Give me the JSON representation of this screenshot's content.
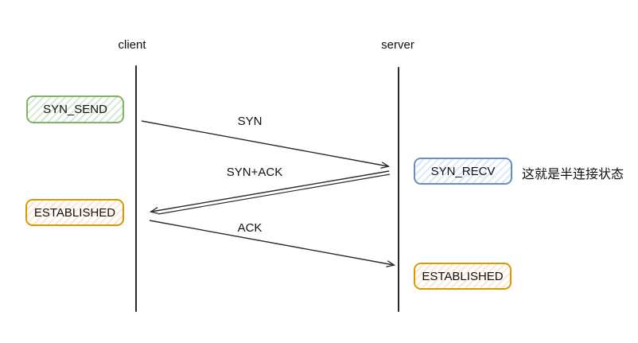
{
  "diagram": {
    "type": "sequence-diagram",
    "subject": "TCP three-way handshake",
    "actors": [
      {
        "id": "client",
        "label": "client"
      },
      {
        "id": "server",
        "label": "server"
      }
    ],
    "states": [
      {
        "id": "syn-send",
        "label": "SYN_SEND",
        "border": "#82b366",
        "fill": "#d5e8d4",
        "lane": "client"
      },
      {
        "id": "syn-recv",
        "label": "SYN_RECV",
        "border": "#6c8ebf",
        "fill": "#dae8fc",
        "lane": "server"
      },
      {
        "id": "established-client",
        "label": "ESTABLISHED",
        "border": "#d79b00",
        "fill": "#ffe6cc",
        "lane": "client"
      },
      {
        "id": "established-server",
        "label": "ESTABLISHED",
        "border": "#d79b00",
        "fill": "#ffe6cc",
        "lane": "server"
      }
    ],
    "messages": [
      {
        "id": "syn",
        "label": "SYN",
        "from": "client",
        "to": "server"
      },
      {
        "id": "syn-ack",
        "label": "SYN+ACK",
        "from": "server",
        "to": "client"
      },
      {
        "id": "ack",
        "label": "ACK",
        "from": "client",
        "to": "server"
      }
    ],
    "annotation": {
      "text": "这就是半连接状态",
      "attached_to": "syn-recv"
    },
    "colors": {
      "background": "#ffffff",
      "line": "#2b2b2b",
      "text": "#111111"
    }
  }
}
